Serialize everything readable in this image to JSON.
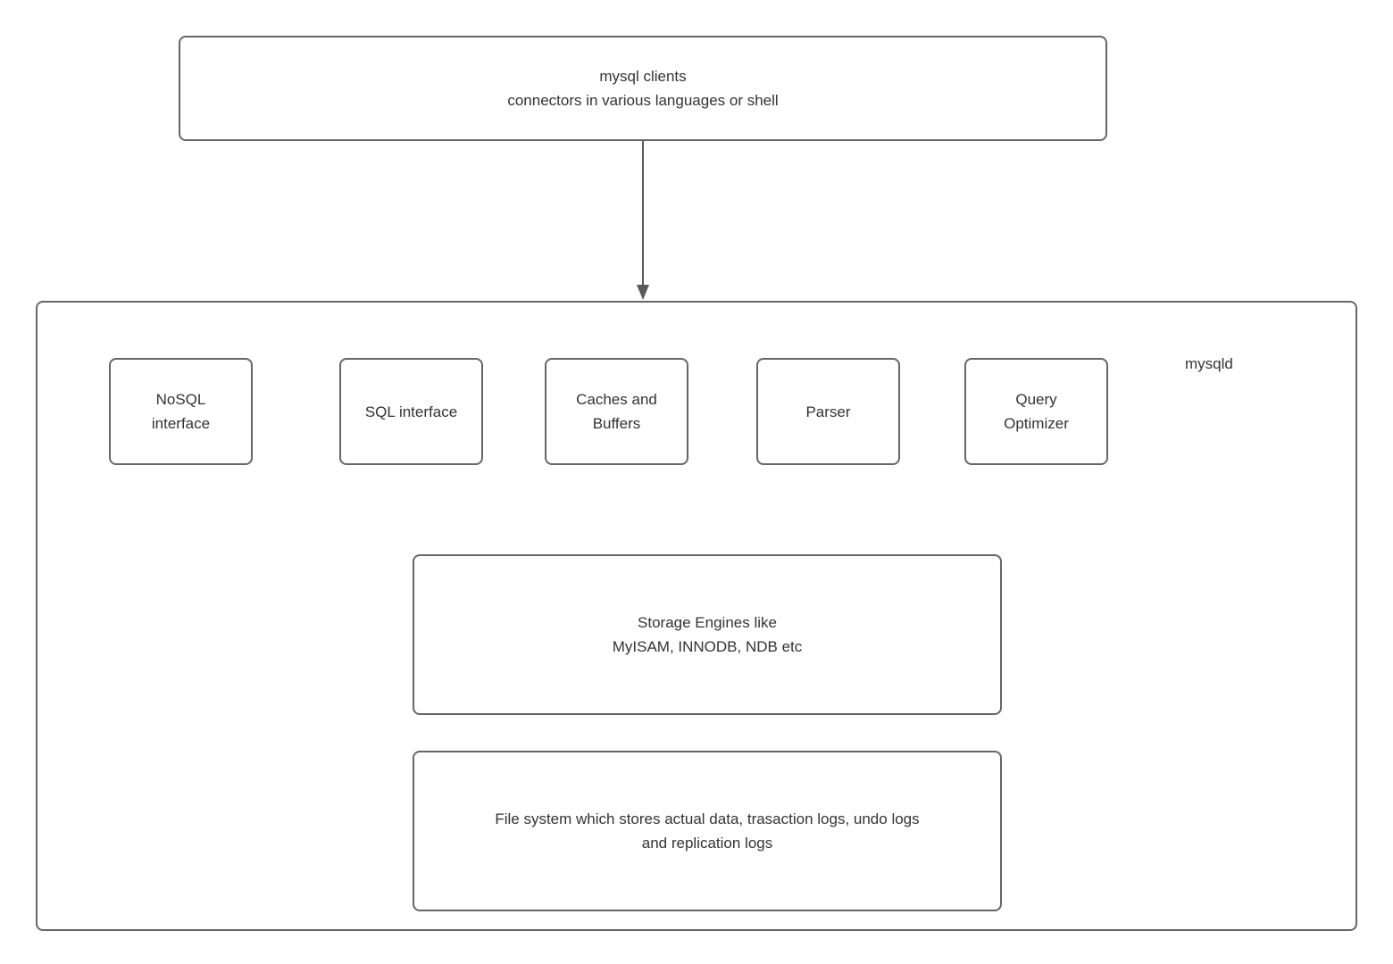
{
  "diagram": {
    "title_implied": "MySQL architecture",
    "clients_label": "mysql clients\nconnectors in various languages or shell",
    "mysqld_label": "mysqld",
    "components": [
      {
        "id": "nosql-interface",
        "label": "NoSQL\ninterface"
      },
      {
        "id": "sql-interface",
        "label": "SQL interface"
      },
      {
        "id": "caches-and-buffers",
        "label": "Caches and\nBuffers"
      },
      {
        "id": "parser",
        "label": "Parser"
      },
      {
        "id": "query-optimizer",
        "label": "Query\nOptimizer"
      }
    ],
    "storage_label": "Storage Engines like\nMyISAM, INNODB, NDB etc",
    "filesystem_label": "File system which stores actual data, trasaction logs, undo logs\nand replication logs",
    "colors": {
      "border": "#666666",
      "text": "#333333",
      "arrow": "#595959",
      "background": "#ffffff"
    }
  }
}
